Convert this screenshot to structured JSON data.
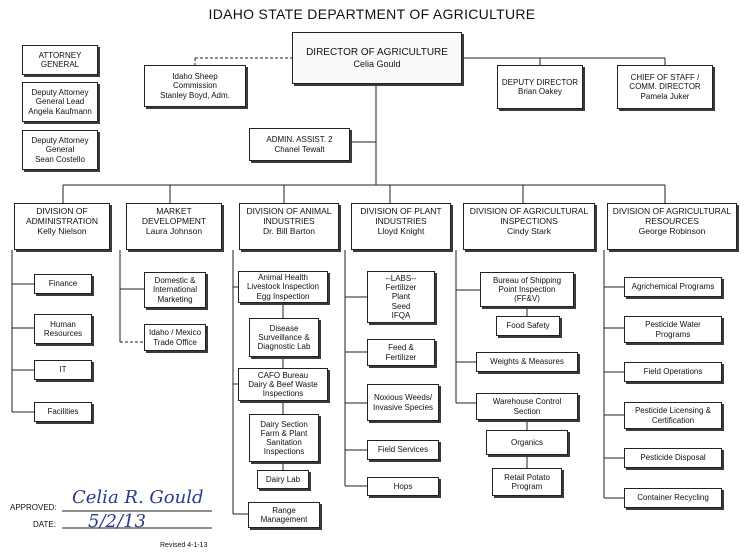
{
  "title": "IDAHO STATE DEPARTMENT OF AGRICULTURE",
  "top": {
    "director": [
      "DIRECTOR OF AGRICULTURE",
      "Celia Gould"
    ],
    "attorney_general": [
      "ATTORNEY",
      "GENERAL"
    ],
    "deputy_attorney_lead": [
      "Deputy Attorney",
      "General Lead",
      "Angela Kaufmann"
    ],
    "deputy_attorney": [
      "Deputy Attorney",
      "General",
      "Sean Costello"
    ],
    "sheep_commission": [
      "Idaho Sheep",
      "Commission",
      "Stanley Boyd, Adm."
    ],
    "deputy_director": [
      "DEPUTY DIRECTOR",
      "Brian Oakey"
    ],
    "chief_of_staff": [
      "CHIEF OF STAFF /",
      "COMM. DIRECTOR",
      "Pamela Juker"
    ],
    "admin_assist": [
      "ADMIN. ASSIST. 2",
      "Chanel Tewalt"
    ]
  },
  "divisions": [
    {
      "header": [
        "DIVISION OF",
        "ADMINISTRATION",
        "Kelly Nielson"
      ],
      "units": [
        [
          "Finance"
        ],
        [
          "Human",
          "Resources"
        ],
        [
          "IT"
        ],
        [
          "Facilities"
        ]
      ]
    },
    {
      "header": [
        "MARKET",
        "DEVELOPMENT",
        "Laura Johnson"
      ],
      "units": [
        [
          "Domestic &",
          "International",
          "Marketing"
        ],
        [
          "Idaho / Mexico",
          "Trade Office"
        ]
      ]
    },
    {
      "header": [
        "DIVISION OF ANIMAL",
        "INDUSTRIES",
        "Dr. Bill Barton"
      ],
      "units": [
        [
          "Animal Health",
          "Livestock Inspection",
          "Egg Inspection"
        ],
        [
          "Disease",
          "Surveillance &",
          "Diagnostic Lab"
        ],
        [
          "CAFO Bureau",
          "Dairy & Beef Waste",
          "Inspections"
        ],
        [
          "Dairy Section",
          "Farm & Plant",
          "Sanitation",
          "Inspections"
        ],
        [
          "Dairy Lab"
        ],
        [
          "Range",
          "Management"
        ]
      ]
    },
    {
      "header": [
        "DIVISION OF PLANT",
        "INDUSTRIES",
        "Lloyd Knight"
      ],
      "units": [
        [
          "--LABS--",
          "Fertilizer",
          "Plant",
          "Seed",
          "IFQA"
        ],
        [
          "Feed &",
          "Fertilizer"
        ],
        [
          "Noxious Weeds/",
          "Invasive Species"
        ],
        [
          "Field Services"
        ],
        [
          "Hops"
        ]
      ]
    },
    {
      "header": [
        "DIVISION OF AGRICULTURAL",
        "INSPECTIONS",
        "Cindy Stark"
      ],
      "units": [
        [
          "Bureau of Shipping",
          "Point Inspection",
          "(FF&V)"
        ],
        [
          "Food Safety"
        ],
        [
          "Weights & Measures"
        ],
        [
          "Warehouse Control",
          "Section"
        ],
        [
          "Organics"
        ],
        [
          "Retail Potato",
          "Program"
        ]
      ]
    },
    {
      "header": [
        "DIVISION OF AGRICULTURAL",
        "RESOURCES",
        "George Robinson"
      ],
      "units": [
        [
          "Agrichemical Programs"
        ],
        [
          "Pesticide Water",
          "Programs"
        ],
        [
          "Field Operations"
        ],
        [
          "Pesticide Licensing &",
          "Certification"
        ],
        [
          "Pesticide Disposal"
        ],
        [
          "Container Recycling"
        ]
      ]
    }
  ],
  "approval": {
    "approved_label": "APPROVED:",
    "date_label": "DATE:",
    "signature": "Celia R. Gould",
    "date_value": "5/2/13",
    "revised": "Revised 4-1-13"
  }
}
